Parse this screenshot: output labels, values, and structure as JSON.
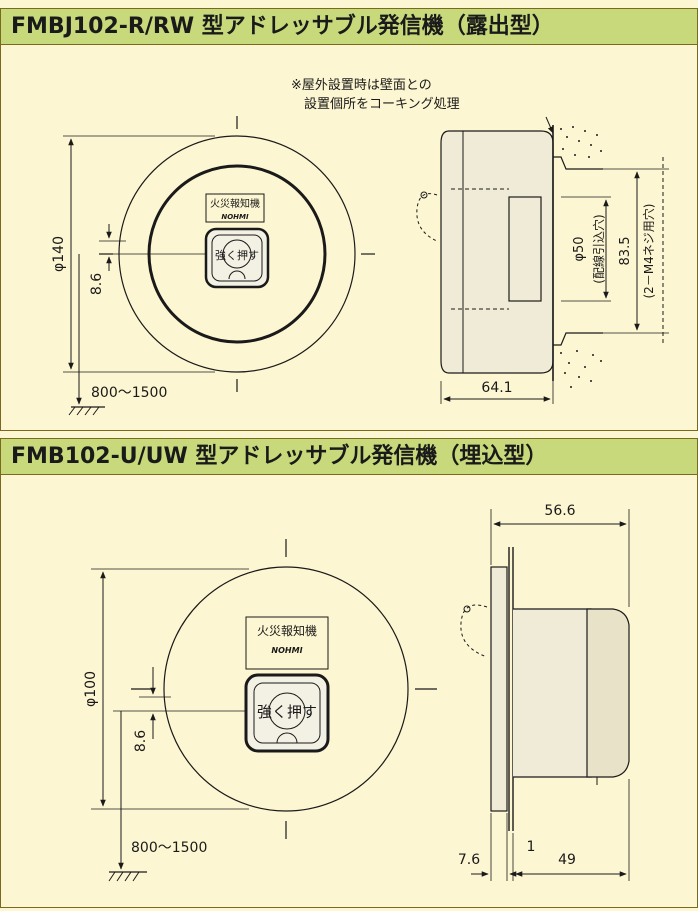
{
  "sections": [
    {
      "title": "FMBJ102-R/RW 型アドレッサブル発信機（露出型）",
      "device_label": "火災報知機",
      "brand_label": "NOHMI",
      "button_label": "強く押す",
      "note_line1": "※屋外設置時は壁面との",
      "note_line2": "設置個所をコーキング処理",
      "dimensions": {
        "diameter": "φ140",
        "button_offset": "8.6",
        "mount_height": "800～1500",
        "depth": "64.1",
        "hole_diameter": "φ50",
        "hole_note": "(配線引込穴)",
        "screw_pitch": "83.5",
        "screw_note": "(2－M4ネジ用穴)"
      }
    },
    {
      "title": "FMB102-U/UW 型アドレッサブル発信機（埋込型）",
      "device_label": "火災報知機",
      "brand_label": "NOHMI",
      "button_label": "強く押す",
      "dimensions": {
        "diameter": "φ100",
        "button_offset": "8.6",
        "mount_height": "800～1500",
        "total_depth": "56.6",
        "flange": "7.6",
        "gap": "1",
        "body_depth": "49"
      }
    }
  ],
  "colors": {
    "background": "#fdf6d2",
    "header": "#c7d97a",
    "border": "#7a6a1e",
    "line": "#1a1a1a"
  }
}
